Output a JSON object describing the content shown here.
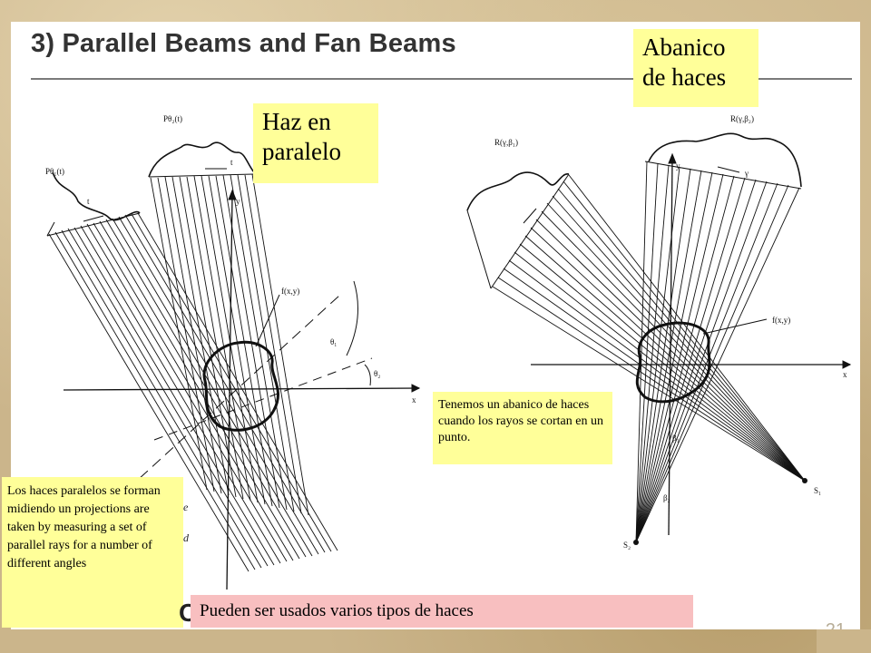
{
  "slide": {
    "title": "3) Parallel Beams and Fan Beams",
    "page_number": "21"
  },
  "labels": {
    "parallel_beam": "Haz en paralelo",
    "fan_beam": "Abanico de haces"
  },
  "notes": {
    "fan_beam_note": "Tenemos un abanico de haces cuando los rayos se cortan en un punto.",
    "parallel_note": "Los haces paralelos se forman midiendo un projections are taken by measuring a set of parallel rays for a number of different angles"
  },
  "caption": "Pueden ser usados varios tipos de haces",
  "diagram_labels": {
    "left": {
      "p_theta1": "Pθ₁(t)",
      "p_theta2": "Pθ₂(t)",
      "t1": "t",
      "t2": "t",
      "y": "y",
      "fxy": "f(x,y)",
      "theta1": "θ₁",
      "theta2": "θ₂",
      "x": "x"
    },
    "right": {
      "r_theta1": "R(γ,β₁)",
      "r_theta2": "R(γ,β₂)",
      "gamma": "γ",
      "y": "y",
      "fxy": "f(x,y)",
      "beta1": "β₁",
      "beta2": "β₂",
      "s1": "S₁",
      "s2": "S₂",
      "x": "x"
    }
  },
  "scan_fragments": {
    "c": "C",
    "e": "e",
    "d": "d"
  },
  "colors": {
    "note_yellow": "#ffff99",
    "caption_pink": "#f8bfc0",
    "title_gray": "#333333"
  }
}
